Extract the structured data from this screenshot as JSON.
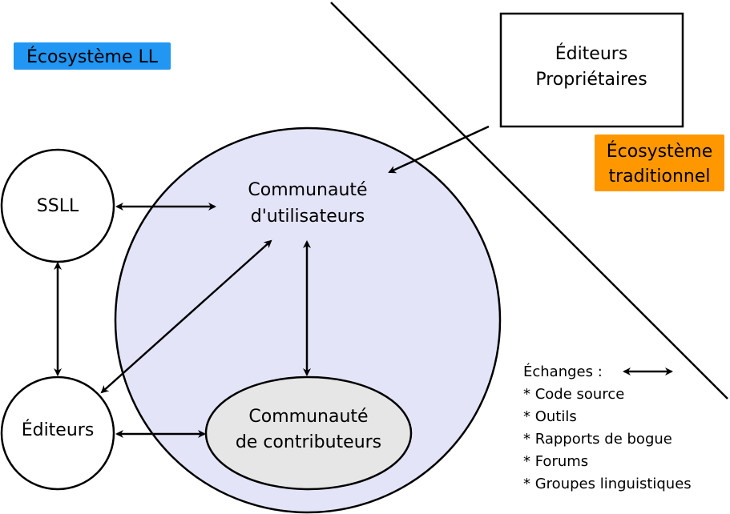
{
  "colors": {
    "ll_tag": "#2196f3",
    "traditional_tag": "#ff9800",
    "big_circle_fill": "#e3e4f7",
    "contrib_fill": "#e6e6e6",
    "stroke": "#000000"
  },
  "labels": {
    "ecosystem_ll": "Écosystème LL",
    "ecosystem_traditional_line1": "Écosystème",
    "ecosystem_traditional_line2": "traditionnel",
    "proprietary_editors_line1": "Éditeurs",
    "proprietary_editors_line2": "Propriétaires",
    "ssll": "SSLL",
    "editors": "Éditeurs",
    "user_community_line1": "Communauté",
    "user_community_line2": "d'utilisateurs",
    "contrib_community_line1": "Communauté",
    "contrib_community_line2": "de contributeurs"
  },
  "legend": {
    "title": "Échanges :",
    "items": [
      "* Code source",
      "* Outils",
      "* Rapports de bogue",
      "* Forums",
      "* Groupes linguistiques"
    ]
  }
}
